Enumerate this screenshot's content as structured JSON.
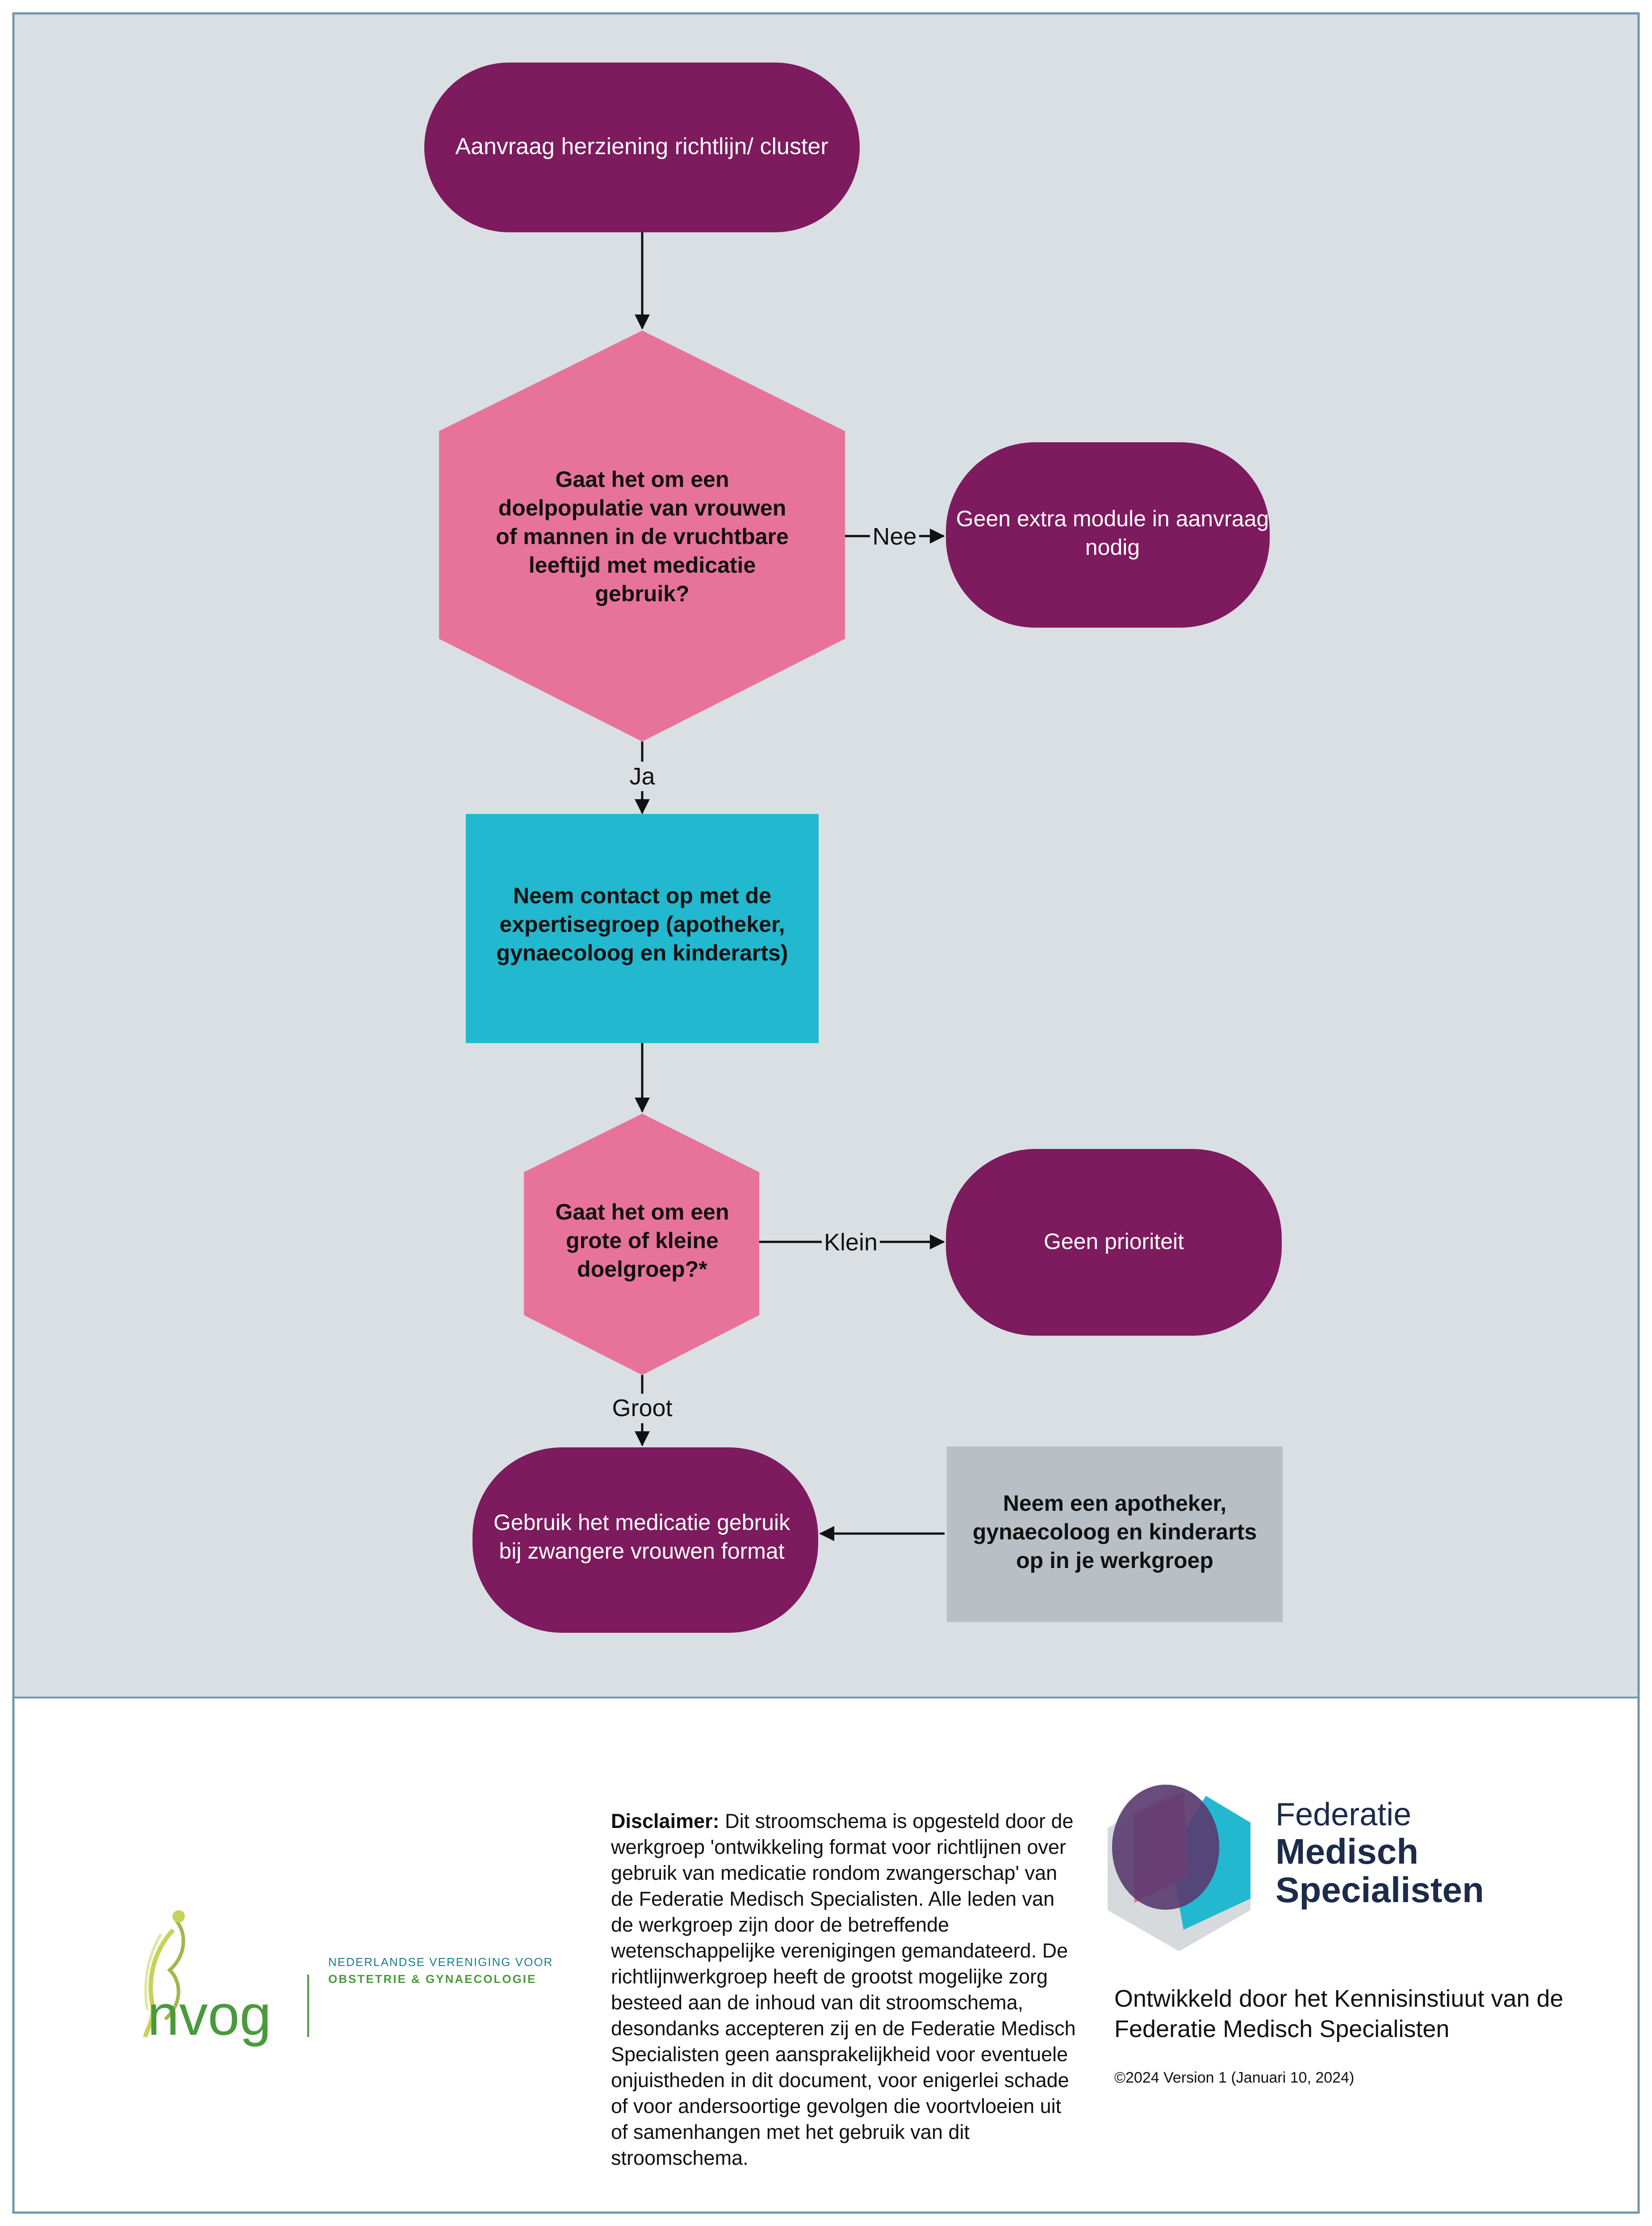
{
  "flowchart": {
    "nodes": {
      "start": {
        "text": [
          "Aanvraag herziening richtlijn/ cluster"
        ]
      },
      "q1": {
        "text": [
          "Gaat het om een",
          "doelpopulatie van vrouwen",
          "of mannen in de vruchtbare",
          "leeftijd met medicatie",
          "gebruik?"
        ]
      },
      "no_module": {
        "text": [
          "Geen extra module in aanvraag",
          "nodig"
        ]
      },
      "contact": {
        "text": [
          "Neem contact op met de",
          "expertisegroep (apotheker,",
          "gynaecoloog en kinderarts)"
        ]
      },
      "q2": {
        "text": [
          "Gaat het om een",
          "grote of kleine",
          "doelgroep?*"
        ]
      },
      "no_priority": {
        "text": [
          "Geen prioriteit"
        ]
      },
      "use_format": {
        "text": [
          "Gebruik het medicatie gebruik",
          "bij zwangere vrouwen format"
        ]
      },
      "add_members": {
        "text": [
          "Neem een apotheker,",
          "gynaecoloog en kinderarts",
          "op in je werkgroep"
        ]
      }
    },
    "edges": {
      "nee": "Nee",
      "ja": "Ja",
      "klein": "Klein",
      "groot": "Groot"
    }
  },
  "colors": {
    "background": "#d9dfe3",
    "purple": "#7e1a5e",
    "pink": "#e8739a",
    "cyan": "#22b8cf",
    "gray": "#b9c0c5",
    "frame": "#6f97a9"
  },
  "footer": {
    "disclaimer_label": "Disclaimer:",
    "disclaimer_text": "Dit stroomschema is opgesteld door de werkgroep 'ontwikkeling format voor richtlijnen over gebruik van medicatie rondom zwangerschap' van de Federatie Medisch Specialisten. Alle leden van de werkgroep zijn door de betreffende wetenschappelijke verenigingen gemandateerd. De richtlijnwerkgroep heeft de grootst mogelijke zorg besteed aan de inhoud van dit stroomschema, desondanks accepteren zij en de Federatie Medisch Specialisten geen aansprakelijkheid voor eventuele onjuistheden in dit document, voor enigerlei schade of voor andersoortige gevolgen die voortvloeien uit of samenhangen met het gebruik van dit stroomschema.",
    "nvog": {
      "logo_text": "nvog",
      "line1": "NEDERLANDSE VERENIGING VOOR",
      "line2": "OBSTETRIE & GYNAECOLOGIE"
    },
    "fms": {
      "name_line1": "Federatie",
      "name_line2": "Medisch",
      "name_line3": "Specialisten",
      "developed_by": "Ontwikkeld door het Kennisinstiuut van de Federatie Medisch Specialisten",
      "copyright": "©2024 Version 1 (Januari 10, 2024)"
    }
  }
}
